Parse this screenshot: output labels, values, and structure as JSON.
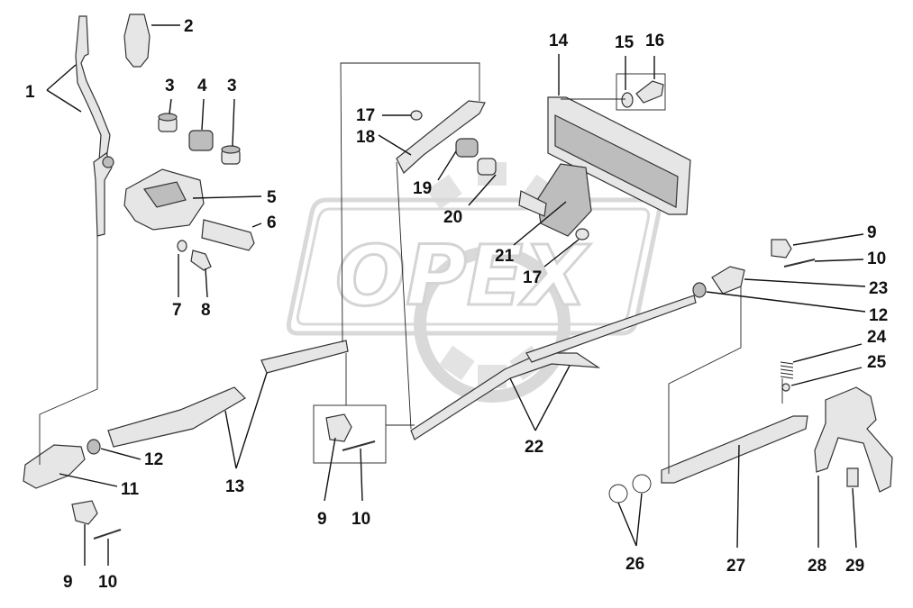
{
  "watermark": {
    "text": "OPEX"
  },
  "callouts": [
    {
      "id": "c1",
      "text": "1"
    },
    {
      "id": "c2",
      "text": "2"
    },
    {
      "id": "c3a",
      "text": "3"
    },
    {
      "id": "c4",
      "text": "4"
    },
    {
      "id": "c3b",
      "text": "3"
    },
    {
      "id": "c5",
      "text": "5"
    },
    {
      "id": "c6",
      "text": "6"
    },
    {
      "id": "c7",
      "text": "7"
    },
    {
      "id": "c8",
      "text": "8"
    },
    {
      "id": "c14",
      "text": "14"
    },
    {
      "id": "c15",
      "text": "15"
    },
    {
      "id": "c16",
      "text": "16"
    },
    {
      "id": "c17a",
      "text": "17"
    },
    {
      "id": "c18",
      "text": "18"
    },
    {
      "id": "c19",
      "text": "19"
    },
    {
      "id": "c20",
      "text": "20"
    },
    {
      "id": "c21",
      "text": "21"
    },
    {
      "id": "c17b",
      "text": "17"
    },
    {
      "id": "c9a",
      "text": "9"
    },
    {
      "id": "c10a",
      "text": "10"
    },
    {
      "id": "c23",
      "text": "23"
    },
    {
      "id": "c12a",
      "text": "12"
    },
    {
      "id": "c24",
      "text": "24"
    },
    {
      "id": "c25",
      "text": "25"
    },
    {
      "id": "c12b",
      "text": "12"
    },
    {
      "id": "c11",
      "text": "11"
    },
    {
      "id": "c13",
      "text": "13"
    },
    {
      "id": "c9b",
      "text": "9"
    },
    {
      "id": "c10b",
      "text": "10"
    },
    {
      "id": "c22",
      "text": "22"
    },
    {
      "id": "c9c",
      "text": "9"
    },
    {
      "id": "c10c",
      "text": "10"
    },
    {
      "id": "c26",
      "text": "26"
    },
    {
      "id": "c27",
      "text": "27"
    },
    {
      "id": "c28",
      "text": "28"
    },
    {
      "id": "c29",
      "text": "29"
    }
  ]
}
